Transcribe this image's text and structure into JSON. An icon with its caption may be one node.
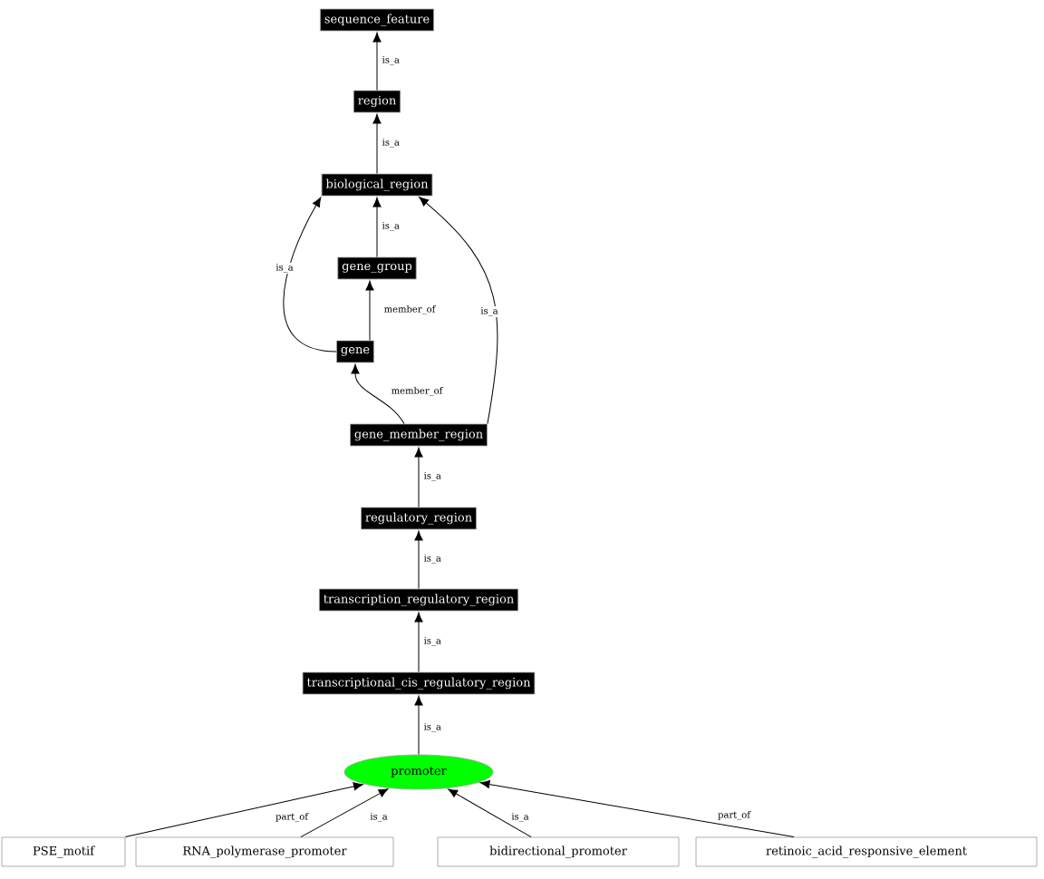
{
  "diagram": {
    "nodes": [
      {
        "text": [
          "sequence_feature"
        ]
      },
      {
        "text": [
          "region"
        ]
      },
      {
        "text": [
          "biological_region"
        ]
      },
      {
        "text": [
          "gene_group"
        ]
      },
      {
        "text": [
          "gene"
        ]
      },
      {
        "text": [
          "gene_member_region"
        ]
      },
      {
        "text": [
          "regulatory_region"
        ]
      },
      {
        "text": [
          "transcription_regulatory_region"
        ]
      },
      {
        "text": [
          "transcriptional_cis_regulatory_region"
        ]
      },
      {
        "text": [
          "promoter"
        ]
      },
      {
        "text": [
          "PSE_motif"
        ]
      },
      {
        "text": [
          "RNA_polymerase_promoter"
        ]
      },
      {
        "text": [
          "bidirectional_promoter"
        ]
      },
      {
        "text": [
          "retinoic_acid_responsive_element"
        ]
      }
    ],
    "edges": [
      {
        "from": 1,
        "to": 0,
        "arrow": "to",
        "label": "is_a"
      },
      {
        "from": 2,
        "to": 1,
        "arrow": "to",
        "label": "is_a"
      },
      {
        "from": 3,
        "to": 2,
        "arrow": "to",
        "label": "is_a"
      },
      {
        "from": 4,
        "to": 3,
        "arrow": "to",
        "label": "member_of"
      },
      {
        "from": 4,
        "to": 2,
        "arrow": "to",
        "label": "is_a"
      },
      {
        "from": 5,
        "to": 4,
        "arrow": "to",
        "label": "member_of"
      },
      {
        "from": 5,
        "to": 2,
        "arrow": "to",
        "label": "is_a"
      },
      {
        "from": 6,
        "to": 5,
        "arrow": "to",
        "label": "is_a"
      },
      {
        "from": 7,
        "to": 6,
        "arrow": "to",
        "label": "is_a"
      },
      {
        "from": 8,
        "to": 7,
        "arrow": "to",
        "label": "is_a"
      },
      {
        "from": 9,
        "to": 8,
        "arrow": "to",
        "label": "is_a"
      },
      {
        "from": 10,
        "to": 9,
        "arrow": "to",
        "label": "part_of"
      },
      {
        "from": 11,
        "to": 9,
        "arrow": "to",
        "label": "is_a"
      },
      {
        "from": 12,
        "to": 9,
        "arrow": "to",
        "label": "is_a"
      },
      {
        "from": 13,
        "to": 9,
        "arrow": "to",
        "label": "part_of"
      }
    ]
  }
}
